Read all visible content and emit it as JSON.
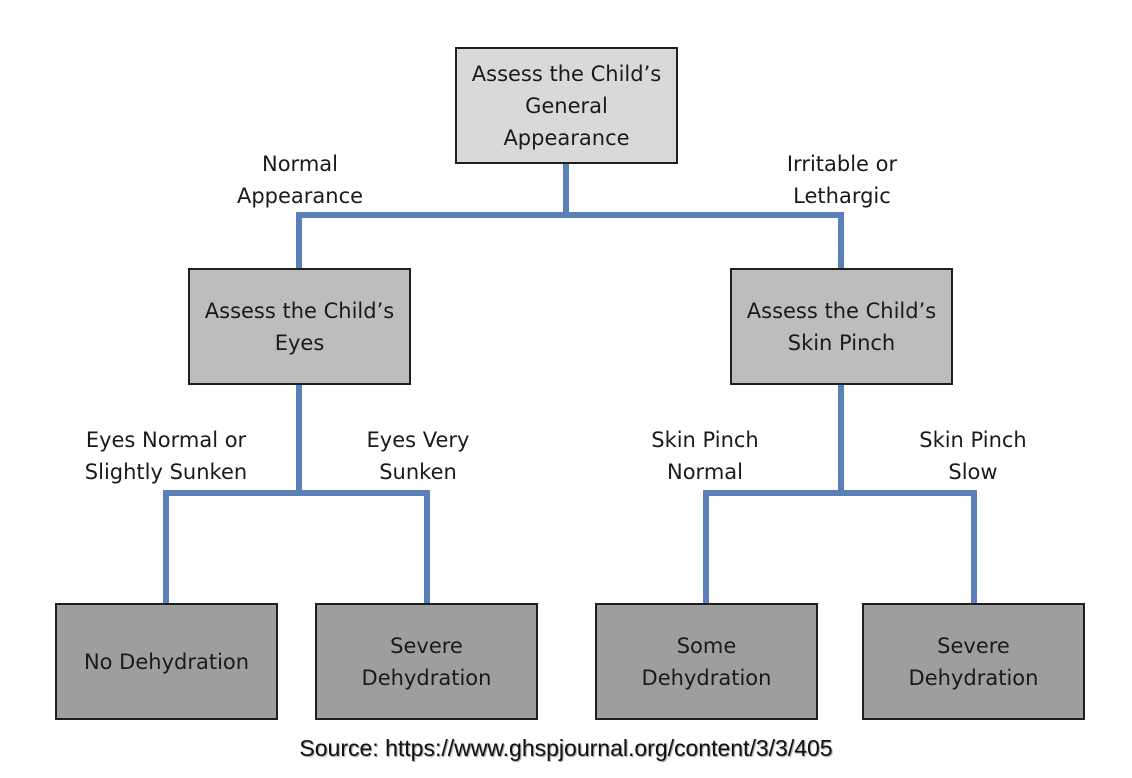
{
  "colors": {
    "connector": "#5b7fb8",
    "root_fill": "#d9d9d9",
    "assessment_fill": "#bdbdbd",
    "outcome_fill": "#9e9e9e",
    "box_border": "#1f1f1f"
  },
  "nodes": {
    "root": "Assess the Child’s\nGeneral\nAppearance",
    "eyes": "Assess the Child’s\nEyes",
    "skin": "Assess the Child’s\nSkin Pinch",
    "no_dehydration": "No Dehydration",
    "severe_dehydration_eyes": "Severe\nDehydration",
    "some_dehydration": "Some\nDehydration",
    "severe_dehydration_skin": "Severe\nDehydration"
  },
  "edges": {
    "normal_appearance": "Normal\nAppearance",
    "irritable_lethargic": "Irritable or\nLethargic",
    "eyes_normal": "Eyes Normal or\nSlightly Sunken",
    "eyes_very_sunken": "Eyes Very\nSunken",
    "skin_pinch_normal": "Skin Pinch\nNormal",
    "skin_pinch_slow": "Skin Pinch\nSlow"
  },
  "source": "Source: https://www.ghspjournal.org/content/3/3/405"
}
